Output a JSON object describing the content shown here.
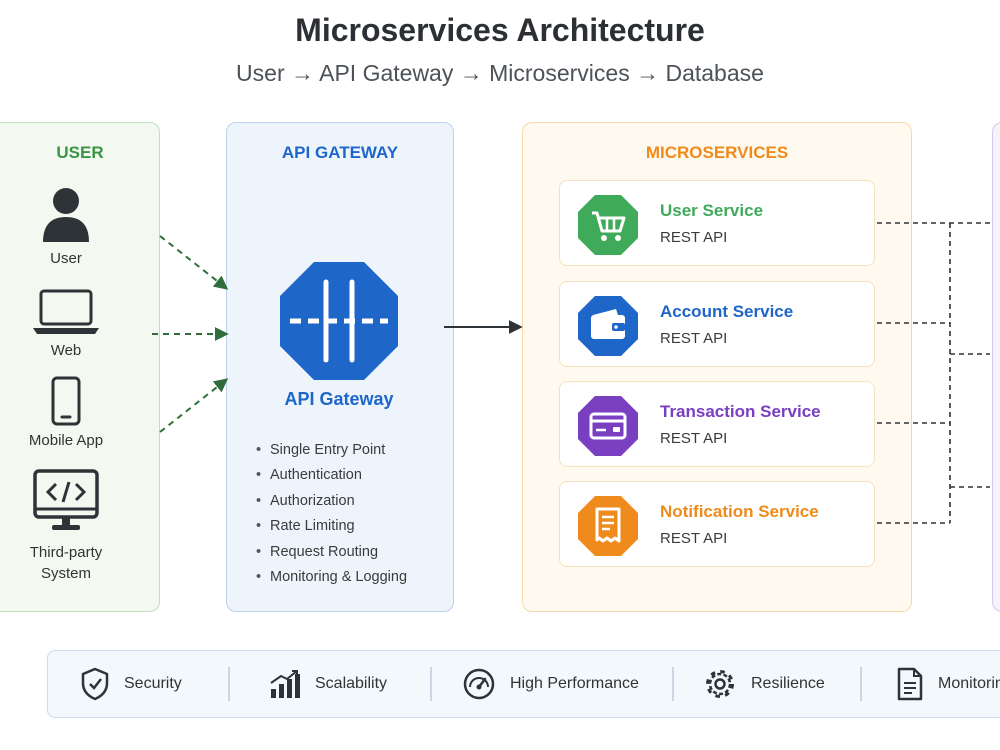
{
  "header": {
    "title": "Microservices Architecture",
    "subtitle": "User → API Gateway → Microservices → Database"
  },
  "user_panel": {
    "heading": "USER",
    "clients": [
      {
        "label": "User",
        "icon": "person-icon"
      },
      {
        "label": "Web",
        "icon": "laptop-icon"
      },
      {
        "label": "Mobile App",
        "icon": "mobile-icon"
      },
      {
        "label": "Third-party System",
        "icon": "code-monitor-icon"
      }
    ]
  },
  "gateway_panel": {
    "heading": "API GATEWAY",
    "label": "API Gateway",
    "features": [
      "Single Entry Point",
      "Authentication",
      "Authorization",
      "Rate Limiting",
      "Request Routing",
      "Monitoring & Logging"
    ]
  },
  "microservices_panel": {
    "heading": "MICROSERVICES",
    "services": [
      {
        "name": "User Service",
        "api": "REST API",
        "icon": "cart-icon",
        "color": "#3faa5a"
      },
      {
        "name": "Account Service",
        "api": "REST API",
        "icon": "wallet-icon",
        "color": "#1f66c9"
      },
      {
        "name": "Transaction Service",
        "api": "REST API",
        "icon": "card-icon",
        "color": "#7a3fc0"
      },
      {
        "name": "Notification Service",
        "api": "REST API",
        "icon": "receipt-icon",
        "color": "#ef8b1c"
      }
    ]
  },
  "footer": {
    "items": [
      {
        "label": "Security",
        "icon": "shield-check-icon"
      },
      {
        "label": "Scalability",
        "icon": "growth-chart-icon"
      },
      {
        "label": "High Performance",
        "icon": "speedometer-icon"
      },
      {
        "label": "Resilience",
        "icon": "gear-icon"
      },
      {
        "label": "Monitoring",
        "icon": "document-icon"
      }
    ]
  },
  "colors": {
    "user_green": "#3b9445",
    "gateway_blue": "#1f66c9",
    "microservices_orange": "#ef8b1c",
    "connector_green": "#2f6e3a"
  }
}
